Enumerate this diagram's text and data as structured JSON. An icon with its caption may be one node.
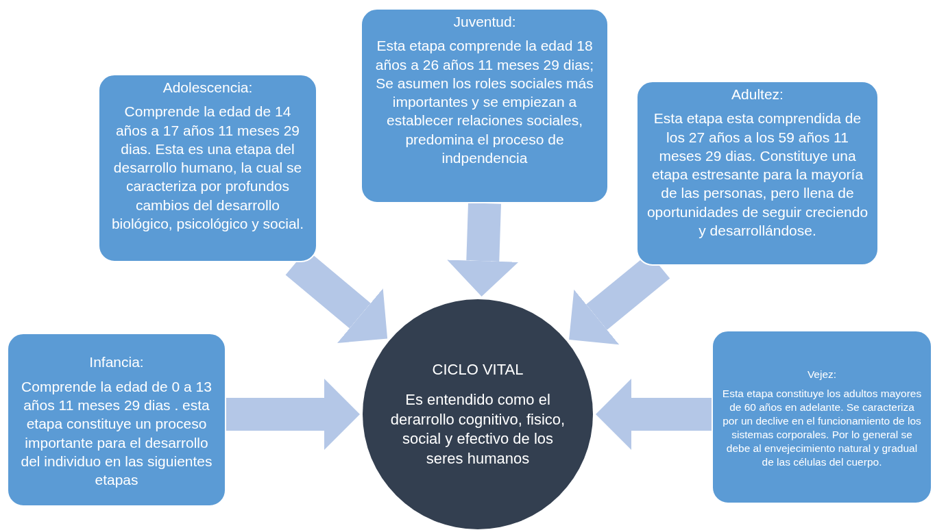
{
  "diagram": {
    "nodes": [
      {
        "text": [
          "Juventud:",
          "Esta etapa  comprende la edad 18 años a 26 años 11 meses 29 dias;  Se asumen los roles sociales más importantes y se empiezan a establecer relaciones sociales,  predomina el proceso de indpendencia"
        ]
      },
      {
        "text": [
          "Adolescencia:",
          "Comprende  la edad de 14 años a 17 años 11 meses 29 dias. Esta es  una etapa del desarrollo humano, la cual se caracteriza por profundos cambios del desarrollo biológico, psicológico y social."
        ]
      },
      {
        "text": [
          "Adultez:",
          "Esta etapa esta comprendida de los 27 años a los 59 años 11 meses 29 dias. Constituye una etapa estresante para la mayoría de las personas, pero llena de oportunidades de seguir creciendo y desarrollándose."
        ]
      },
      {
        "text": [
          "Infancia:",
          "Comprende la edad de 0 a 13 años 11 meses 29 dias . esta etapa constituye un proceso importante  para el desarrollo del individuo en las siguientes etapas"
        ]
      },
      {
        "text": [
          "CICLO VITAL",
          "Es entendido como el derarrollo cognitivo, fisico, social y efectivo  de los seres humanos"
        ]
      },
      {
        "text": [
          "Vejez:",
          "Esta etapa constituye  los adultos mayores de 60 años en adelante. Se caracteriza por un declive en el funcionamiento de los sistemas corporales. Por lo general se debe al envejecimiento natural y gradual de las células del cuerpo."
        ]
      }
    ],
    "edges": [
      {
        "from": 0,
        "to": 4,
        "arrow": "to"
      },
      {
        "from": 1,
        "to": 4,
        "arrow": "to"
      },
      {
        "from": 2,
        "to": 4,
        "arrow": "to"
      },
      {
        "from": 3,
        "to": 4,
        "arrow": "to"
      },
      {
        "from": 5,
        "to": 4,
        "arrow": "to"
      }
    ]
  }
}
